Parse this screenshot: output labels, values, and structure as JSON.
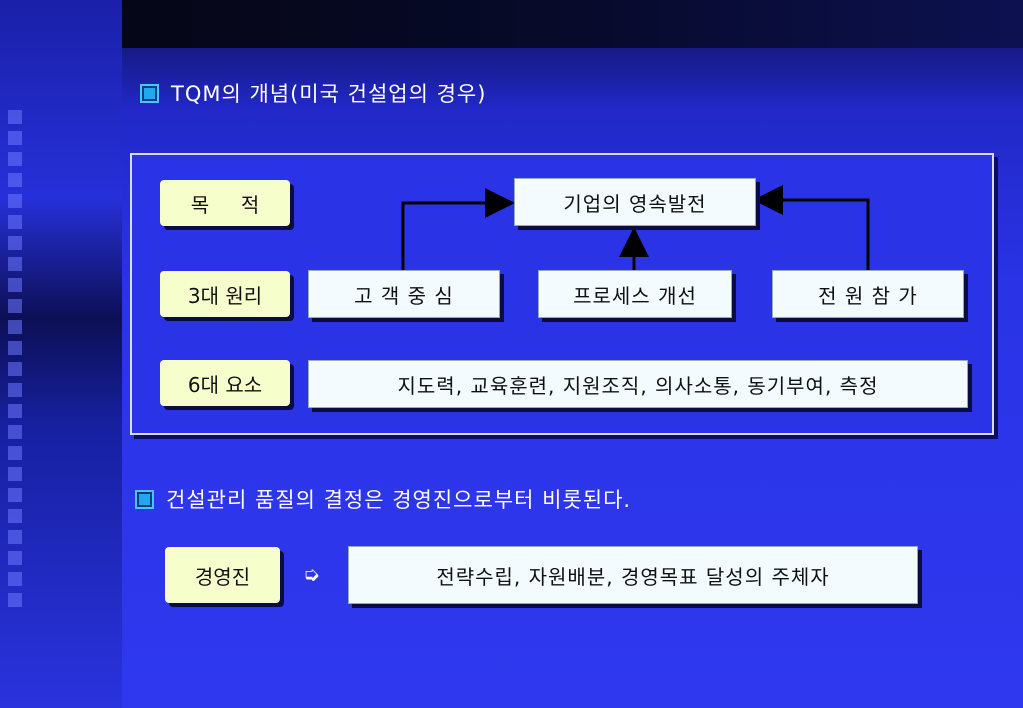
{
  "heading1": "TQM의 개념(미국 건설업의 경우)",
  "labels": {
    "purpose": "목     적",
    "principles": "3대 원리",
    "elements": "6대 요소"
  },
  "goal": "기업의 영속발전",
  "principles": [
    "고 객 중 심",
    "프로세스 개선",
    "전 원 참 가"
  ],
  "elements": "지도력, 교육훈련, 지원조직, 의사소통, 동기부여, 측정",
  "heading2": "건설관리 품질의 결정은 경영진으로부터 비롯된다.",
  "management_label": "경영진",
  "arrow_glyph": "➭",
  "management_desc": "전략수립, 자원배분, 경영목표 달성의 주체자",
  "colors": {
    "bullet": "#20a8f0",
    "label_bg": "#f6ffcc",
    "panel_bg": "#2a33e6"
  }
}
